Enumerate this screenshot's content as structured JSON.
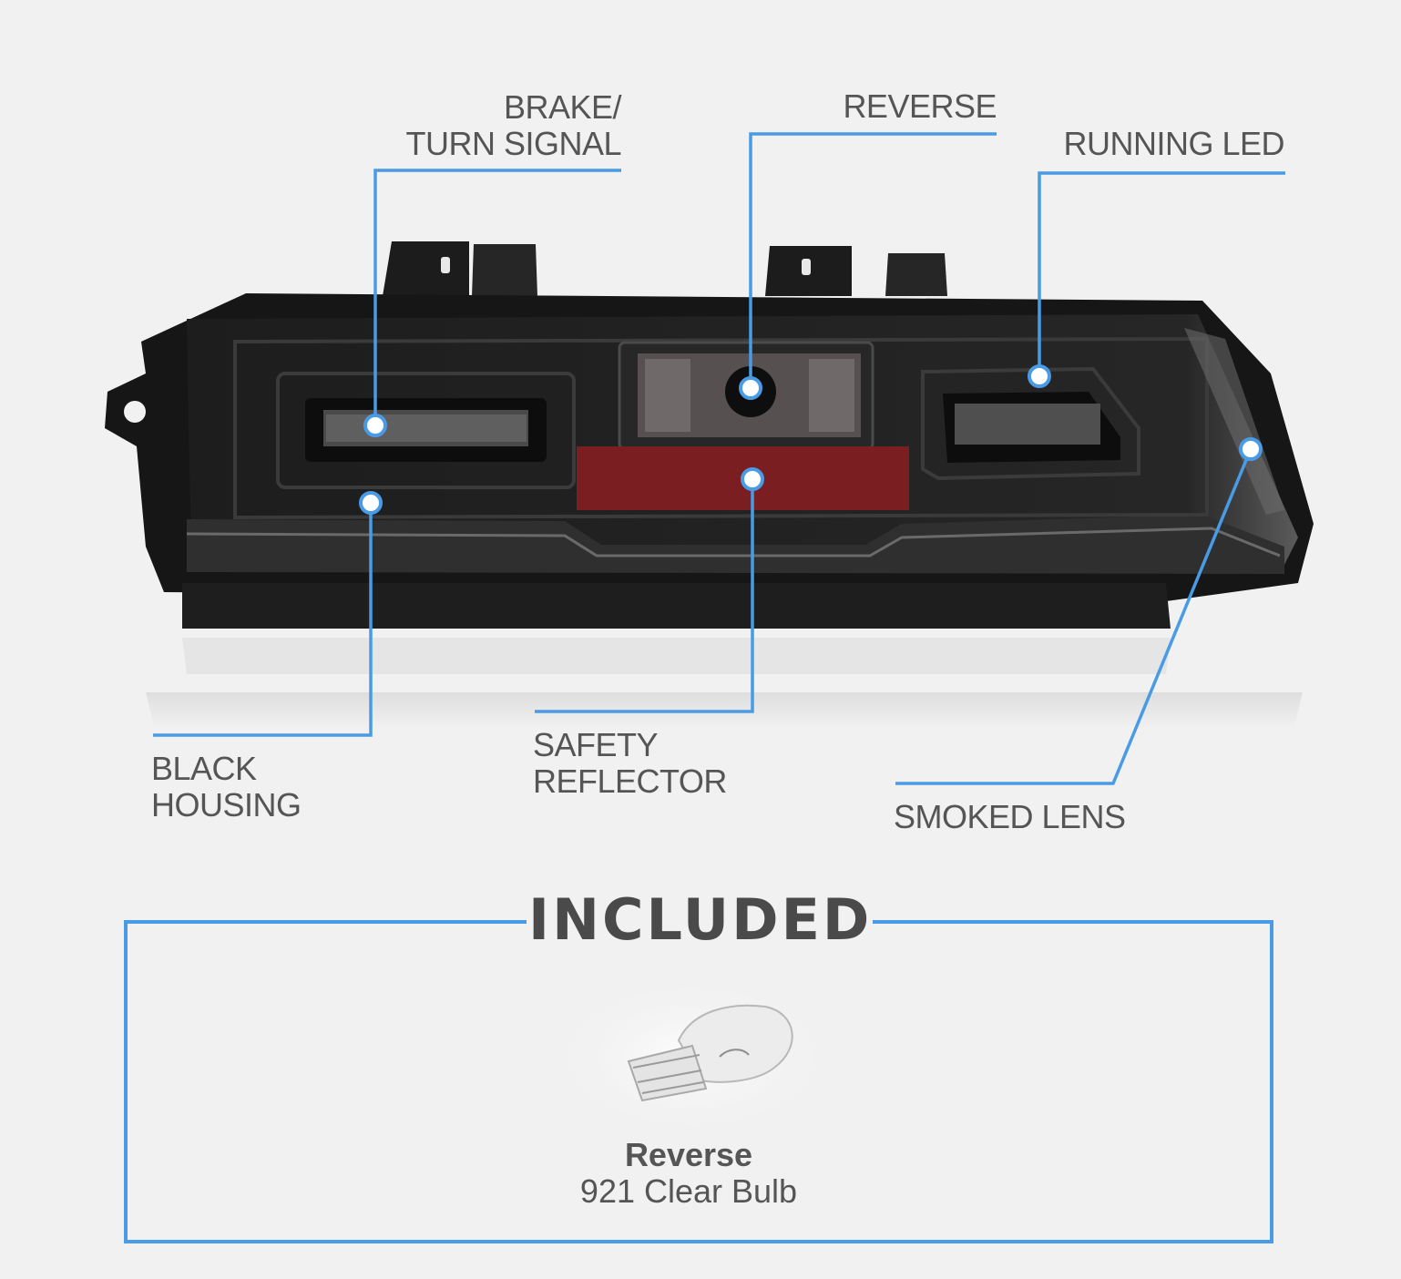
{
  "callouts": {
    "brake_turn": {
      "line1": "BRAKE/",
      "line2": "TURN SIGNAL"
    },
    "reverse": "REVERSE",
    "running_led": "RUNNING LED",
    "black_housing": {
      "line1": "BLACK",
      "line2": "HOUSING"
    },
    "safety_reflector": {
      "line1": "SAFETY",
      "line2": "REFLECTOR"
    },
    "smoked_lens": "SMOKED LENS"
  },
  "included": {
    "title": "INCLUDED",
    "bulb_name": "Reverse",
    "bulb_desc": "921 Clear Bulb"
  },
  "colors": {
    "accent": "#4a9be6",
    "label_text": "#555555",
    "housing": "#161616",
    "reflector": "#7a1e22",
    "background": "#f1f1f1"
  }
}
